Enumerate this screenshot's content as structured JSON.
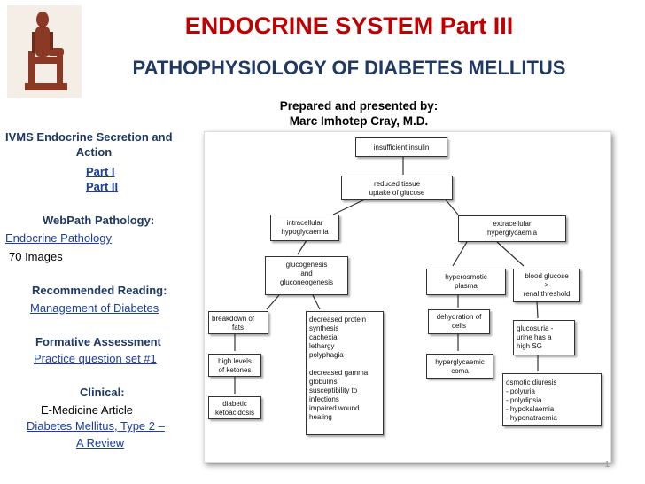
{
  "slide": {
    "title": "ENDOCRINE SYSTEM Part III",
    "subtitle": "PATHOPHYSIOLOGY OF DIABETES MELLITUS",
    "presenter_line1": "Prepared and presented by:",
    "presenter_line2": "Marc Imhotep Cray, M.D.",
    "page_number": "1"
  },
  "sidebar": {
    "section1_title_a": "IVMS Endocrine Secretion and",
    "section1_title_b": "Action",
    "part1": "Part I",
    "part2": "Part II",
    "section2_title": "WebPath Pathology:",
    "endocrine_link": "Endocrine Pathology",
    "images_count": "70 Images",
    "section3_title": "Recommended Reading:",
    "reading_link": "Management of Diabetes",
    "section4_title": "Formative Assessment",
    "practice_link": "Practice question set #1",
    "section5_title": "Clinical:",
    "emedicine": "E-Medicine Article",
    "dm_link_a": "Diabetes Mellitus, Type 2 –",
    "dm_link_b": "A Review"
  },
  "diagram": {
    "insufficient_insulin": "insufficient insulin",
    "reduced_tissue_a": "reduced tissue",
    "reduced_tissue_b": "uptake of glucose",
    "intracellular_a": "intracellular",
    "intracellular_b": "hypoglycaemia",
    "extracellular_a": "extracellular",
    "extracellular_b": "hyperglycaemia",
    "glucogenesis_a": "glucogenesis",
    "glucogenesis_b": "and",
    "glucogenesis_c": "gluconeogenesis",
    "hyperosmotic_a": "hyperosmotic",
    "hyperosmotic_b": "plasma",
    "blood_glucose_a": "blood glucose",
    "blood_glucose_b": ">",
    "blood_glucose_c": "renal threshold",
    "breakdown_a": "breakdown of",
    "breakdown_b": "fats",
    "protein_lines": [
      "decreased protein",
      "synthesis",
      "cachexia",
      "lethargy",
      "polyphagia",
      "",
      "decreased gamma",
      "globulins",
      "susceptibility to",
      "infections",
      "impaired wound",
      "healing"
    ],
    "dehydration_a": "dehydration of",
    "dehydration_b": "cells",
    "glucosuria_a": "glucosuria -",
    "glucosuria_b": "urine has a",
    "glucosuria_c": "high SG",
    "ketones_a": "high levels",
    "ketones_b": "of ketones",
    "coma_a": "hyperglycaemic",
    "coma_b": "coma",
    "osmotic_lines": [
      "osmotic diuresis",
      "- polyuria",
      "- polydipsia",
      "- hypokalaemia",
      "- hyponatraemia"
    ],
    "keto_a": "diabetic",
    "keto_b": "ketoacidosis"
  }
}
